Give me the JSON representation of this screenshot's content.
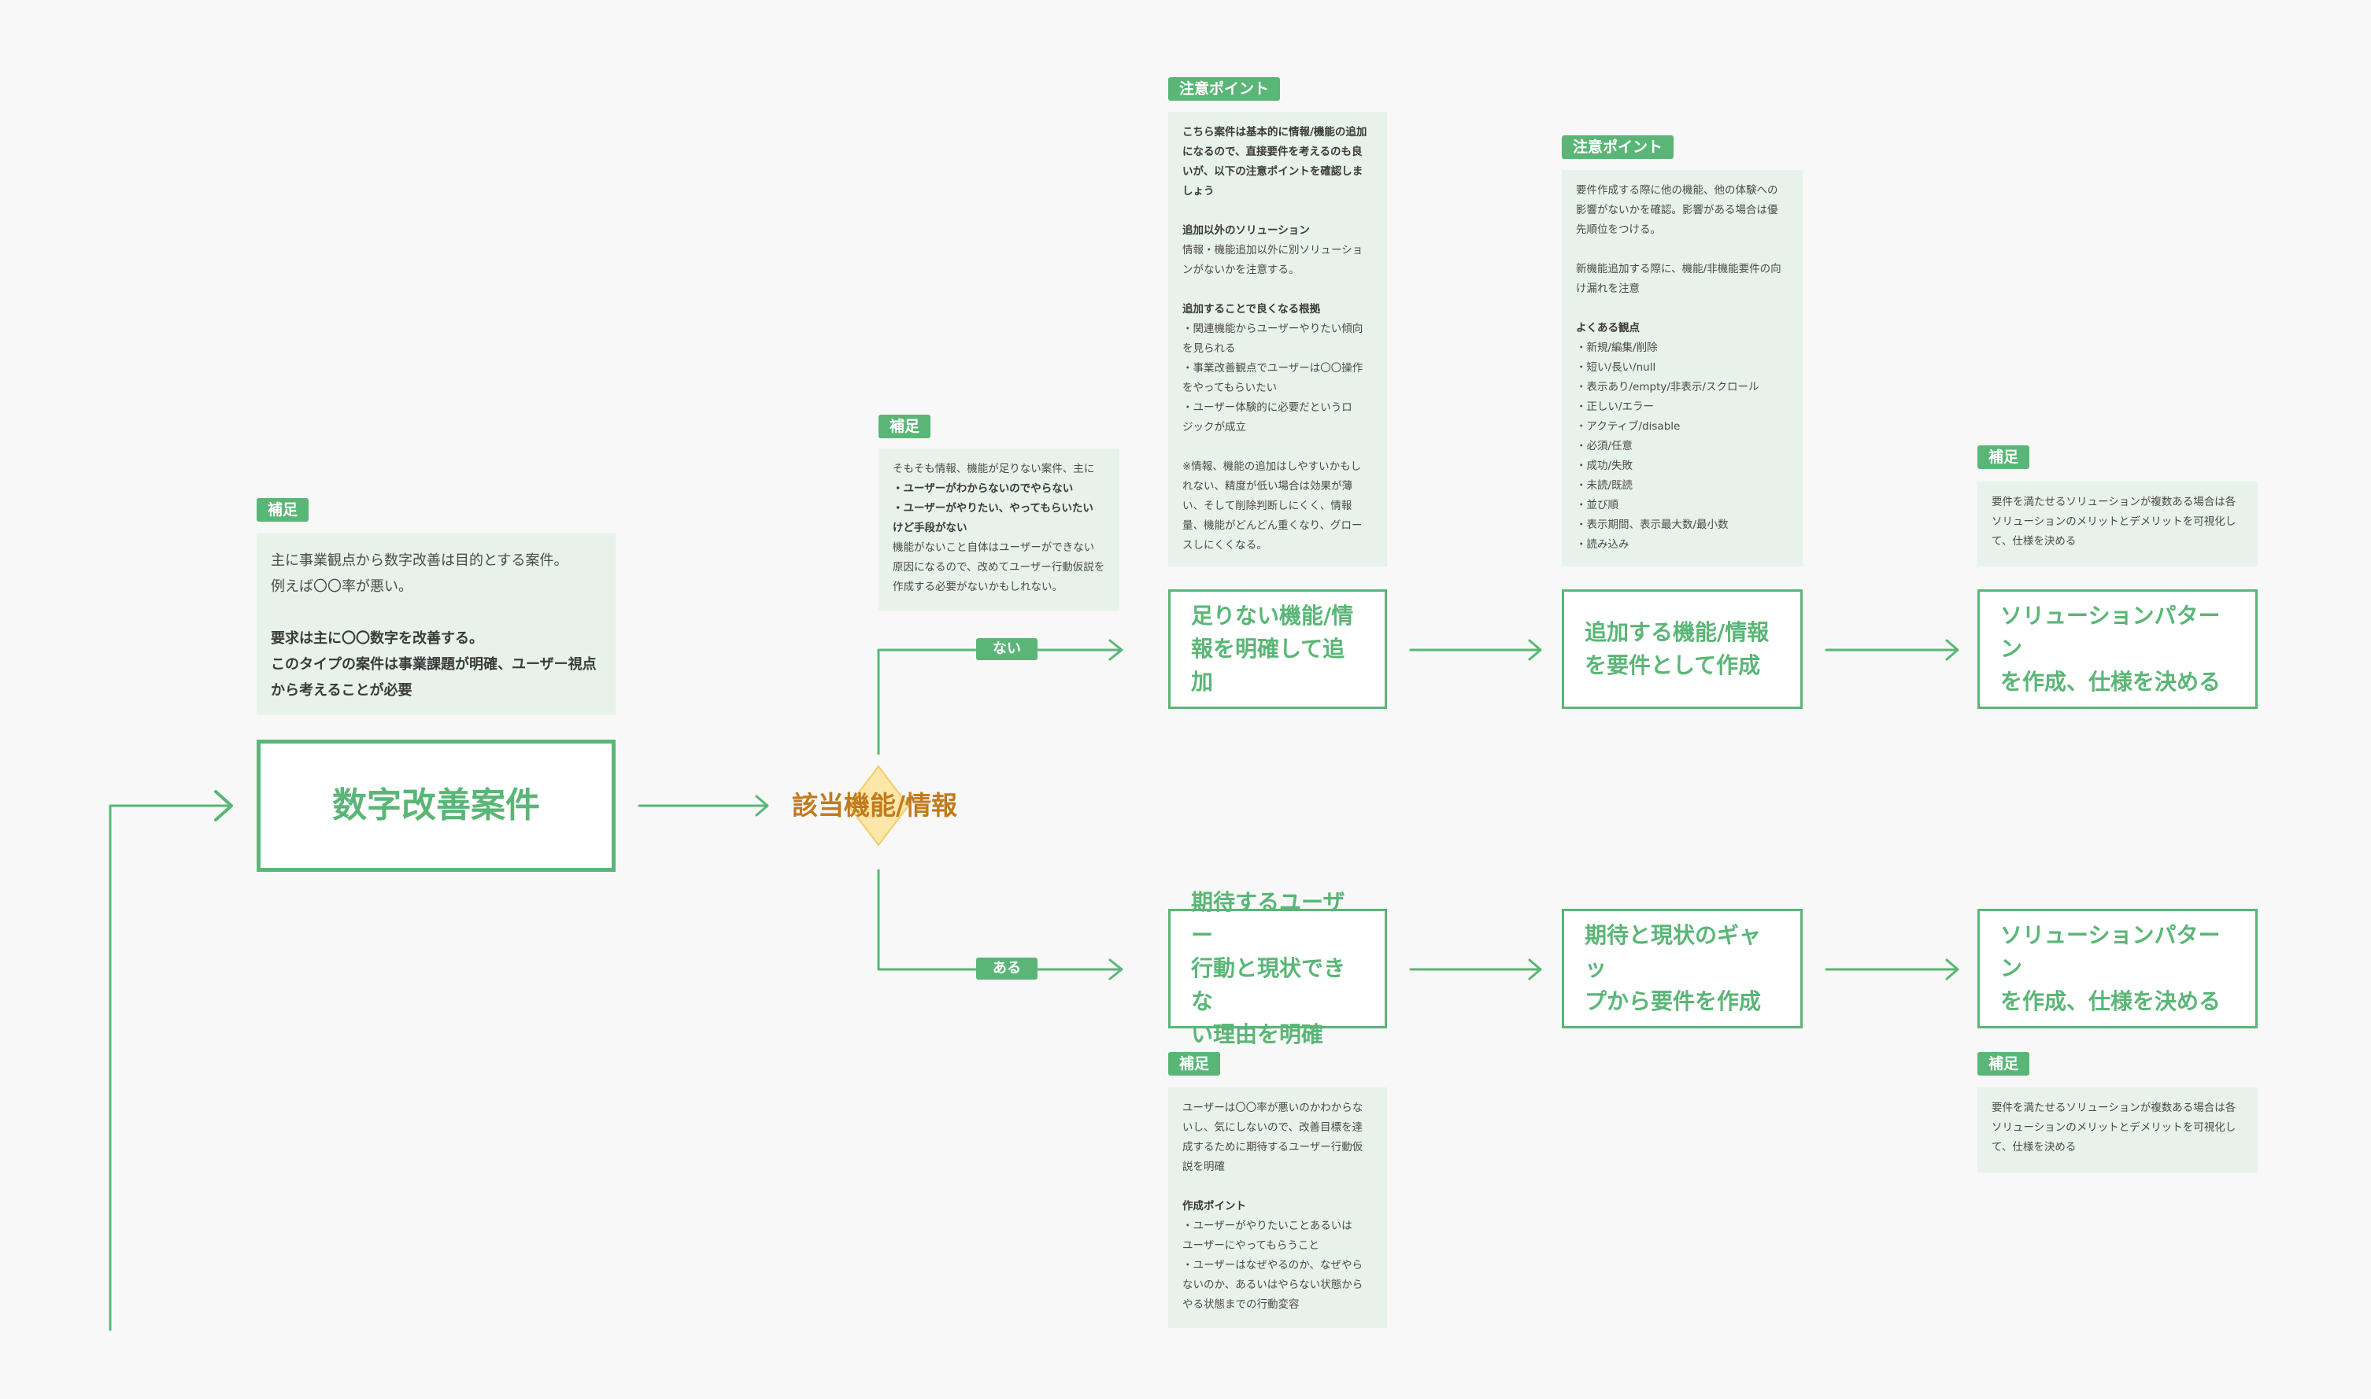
{
  "colors": {
    "accent": "#5ab676",
    "note_bg": "#e7f2ea",
    "decision": "#c27a1c",
    "diamond_fill": "#fde7a8"
  },
  "tags": {
    "main_note": "補足",
    "decision_note": "補足",
    "caution_1": "注意ポイント",
    "caution_2": "注意ポイント",
    "solution_note_top": "補足",
    "bottom_note_1": "補足",
    "bottom_note_3": "補足"
  },
  "main_note": {
    "lines": [
      {
        "text": "主に事業観点から数字改善は目的とする案件。",
        "bold": false
      },
      {
        "text": "例えば〇〇率が悪い。",
        "bold": false
      },
      {
        "text": "",
        "bold": false
      },
      {
        "text": "要求は主に〇〇数字を改善する。",
        "bold": true
      },
      {
        "text": "このタイプの案件は事業課題が明確、ユーザー視点",
        "bold": true
      },
      {
        "text": "から考えることが必要",
        "bold": true
      }
    ]
  },
  "main_node": {
    "label": "数字改善案件"
  },
  "decision": {
    "label": "該当機能/情報"
  },
  "decision_note": {
    "lines": [
      {
        "text": "そもそも情報、機能が足りない案件、主に",
        "bold": false
      },
      {
        "text": "・ユーザーがわからないのでやらない",
        "bold": true
      },
      {
        "text": "・ユーザーがやりたい、やってもらいたい",
        "bold": true
      },
      {
        "text": "けど手段がない",
        "bold": true
      },
      {
        "text": "機能がないこと自体はユーザーができない",
        "bold": false
      },
      {
        "text": "原因になるので、改めてユーザー行動仮説を",
        "bold": false
      },
      {
        "text": "作成する必要がないかもしれない。",
        "bold": false
      }
    ]
  },
  "branches": {
    "no": "ない",
    "yes": "ある"
  },
  "caution_1": {
    "lines": [
      {
        "text": "こちら案件は基本的に情報/機能の追加",
        "bold": true
      },
      {
        "text": "になるので、直接要件を考えるのも良",
        "bold": true
      },
      {
        "text": "いが、以下の注意ポイントを確認しま",
        "bold": true
      },
      {
        "text": "しょう",
        "bold": true
      },
      {
        "text": "",
        "bold": false
      },
      {
        "text": "追加以外のソリューション",
        "bold": true
      },
      {
        "text": "情報・機能追加以外に別ソリューショ",
        "bold": false
      },
      {
        "text": "ンがないかを注意する。",
        "bold": false
      },
      {
        "text": "",
        "bold": false
      },
      {
        "text": "追加することで良くなる根拠",
        "bold": true
      },
      {
        "text": "・関連機能からユーザーやりたい傾向",
        "bold": false
      },
      {
        "text": "を見られる",
        "bold": false
      },
      {
        "text": "・事業改善観点でユーザーは〇〇操作",
        "bold": false
      },
      {
        "text": "をやってもらいたい",
        "bold": false
      },
      {
        "text": "・ユーザー体験的に必要だというロ",
        "bold": false
      },
      {
        "text": "ジックが成立",
        "bold": false
      },
      {
        "text": "",
        "bold": false
      },
      {
        "text": "※情報、機能の追加はしやすいかもし",
        "bold": false
      },
      {
        "text": "れない、精度が低い場合は効果が薄",
        "bold": false
      },
      {
        "text": "い、そして削除判断しにくく、情報",
        "bold": false
      },
      {
        "text": "量、機能がどんどん重くなり、グロー",
        "bold": false
      },
      {
        "text": "スしにくくなる。",
        "bold": false
      }
    ]
  },
  "caution_2": {
    "lines": [
      {
        "text": "要件作成する際に他の機能、他の体験への",
        "bold": false
      },
      {
        "text": "影響がないかを確認。影響がある場合は優",
        "bold": false
      },
      {
        "text": "先順位をつける。",
        "bold": false
      },
      {
        "text": "",
        "bold": false
      },
      {
        "text": "新機能追加する際に、機能/非機能要件の向",
        "bold": false
      },
      {
        "text": "け漏れを注意",
        "bold": false
      },
      {
        "text": "",
        "bold": false
      },
      {
        "text": "よくある観点",
        "bold": true
      },
      {
        "text": "・新規/編集/削除",
        "bold": false
      },
      {
        "text": "・短い/長い/null",
        "bold": false
      },
      {
        "text": "・表示あり/empty/非表示/スクロール",
        "bold": false
      },
      {
        "text": "・正しい/エラー",
        "bold": false
      },
      {
        "text": "・アクティブ/disable",
        "bold": false
      },
      {
        "text": "・必須/任意",
        "bold": false
      },
      {
        "text": "・成功/失敗",
        "bold": false
      },
      {
        "text": "・未読/既読",
        "bold": false
      },
      {
        "text": "・並び順",
        "bold": false
      },
      {
        "text": "・表示期間、表示最大数/最小数",
        "bold": false
      },
      {
        "text": "・読み込み",
        "bold": false
      }
    ]
  },
  "solution_note_top": {
    "lines": [
      {
        "text": "要件を満たせるソリューションが複数ある場合は各",
        "bold": false
      },
      {
        "text": "ソリューションのメリットとデメリットを可視化し",
        "bold": false
      },
      {
        "text": "て、仕様を決める",
        "bold": false
      }
    ]
  },
  "top_nodes": {
    "n1": {
      "line1": "足りない機能/情",
      "line2": "報を明確して追加"
    },
    "n2": {
      "line1": "追加する機能/情報",
      "line2": "を要件として作成"
    },
    "n3": {
      "line1": "ソリューションパターン",
      "line2": "を作成、仕様を決める"
    }
  },
  "bottom_nodes": {
    "n1": {
      "line1": "期待するユーザー",
      "line2": "行動と現状できな",
      "line3": "い理由を明確"
    },
    "n2": {
      "line1": "期待と現状のギャッ",
      "line2": "プから要件を作成"
    },
    "n3": {
      "line1": "ソリューションパターン",
      "line2": "を作成、仕様を決める"
    }
  },
  "bottom_note_1": {
    "lines": [
      {
        "text": "ユーザーは〇〇率が悪いのかわからな",
        "bold": false
      },
      {
        "text": "いし、気にしないので、改善目標を達",
        "bold": false
      },
      {
        "text": "成するために期待するユーザー行動仮",
        "bold": false
      },
      {
        "text": "説を明確",
        "bold": false
      },
      {
        "text": "",
        "bold": false
      },
      {
        "text": "作成ポイント",
        "bold": true
      },
      {
        "text": "・ユーザーがやりたいことあるいは",
        "bold": false
      },
      {
        "text": "ユーザーにやってもらうこと",
        "bold": false
      },
      {
        "text": "・ユーザーはなぜやるのか、なぜやら",
        "bold": false
      },
      {
        "text": "ないのか、あるいはやらない状態から",
        "bold": false
      },
      {
        "text": "やる状態までの行動変容",
        "bold": false
      }
    ]
  },
  "bottom_note_3": {
    "lines": [
      {
        "text": "要件を満たせるソリューションが複数ある場合は各",
        "bold": false
      },
      {
        "text": "ソリューションのメリットとデメリットを可視化し",
        "bold": false
      },
      {
        "text": "て、仕様を決める",
        "bold": false
      }
    ]
  }
}
